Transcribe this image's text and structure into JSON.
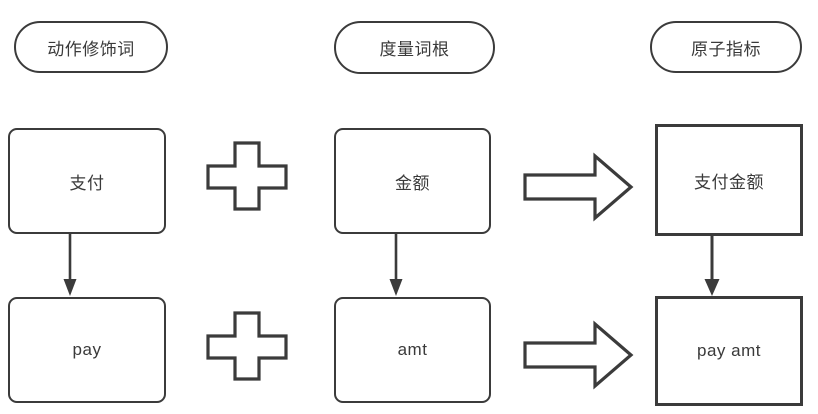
{
  "diagram": {
    "type": "composition-flow",
    "background_color": "#ffffff",
    "stroke_color": "#3b3b3b",
    "text_color": "#3a3a3a",
    "columns": [
      {
        "header": "动作修饰词",
        "nodes": [
          "支付",
          "pay"
        ]
      },
      {
        "header": "度量词根",
        "nodes": [
          "金额",
          "amt"
        ]
      },
      {
        "header": "原子指标",
        "nodes": [
          "支付金额",
          "pay  amt"
        ]
      }
    ],
    "operators": {
      "plus": "plus-sign",
      "arrow": "right-arrow"
    },
    "connectors": {
      "down_arrow": "down-arrow"
    }
  }
}
